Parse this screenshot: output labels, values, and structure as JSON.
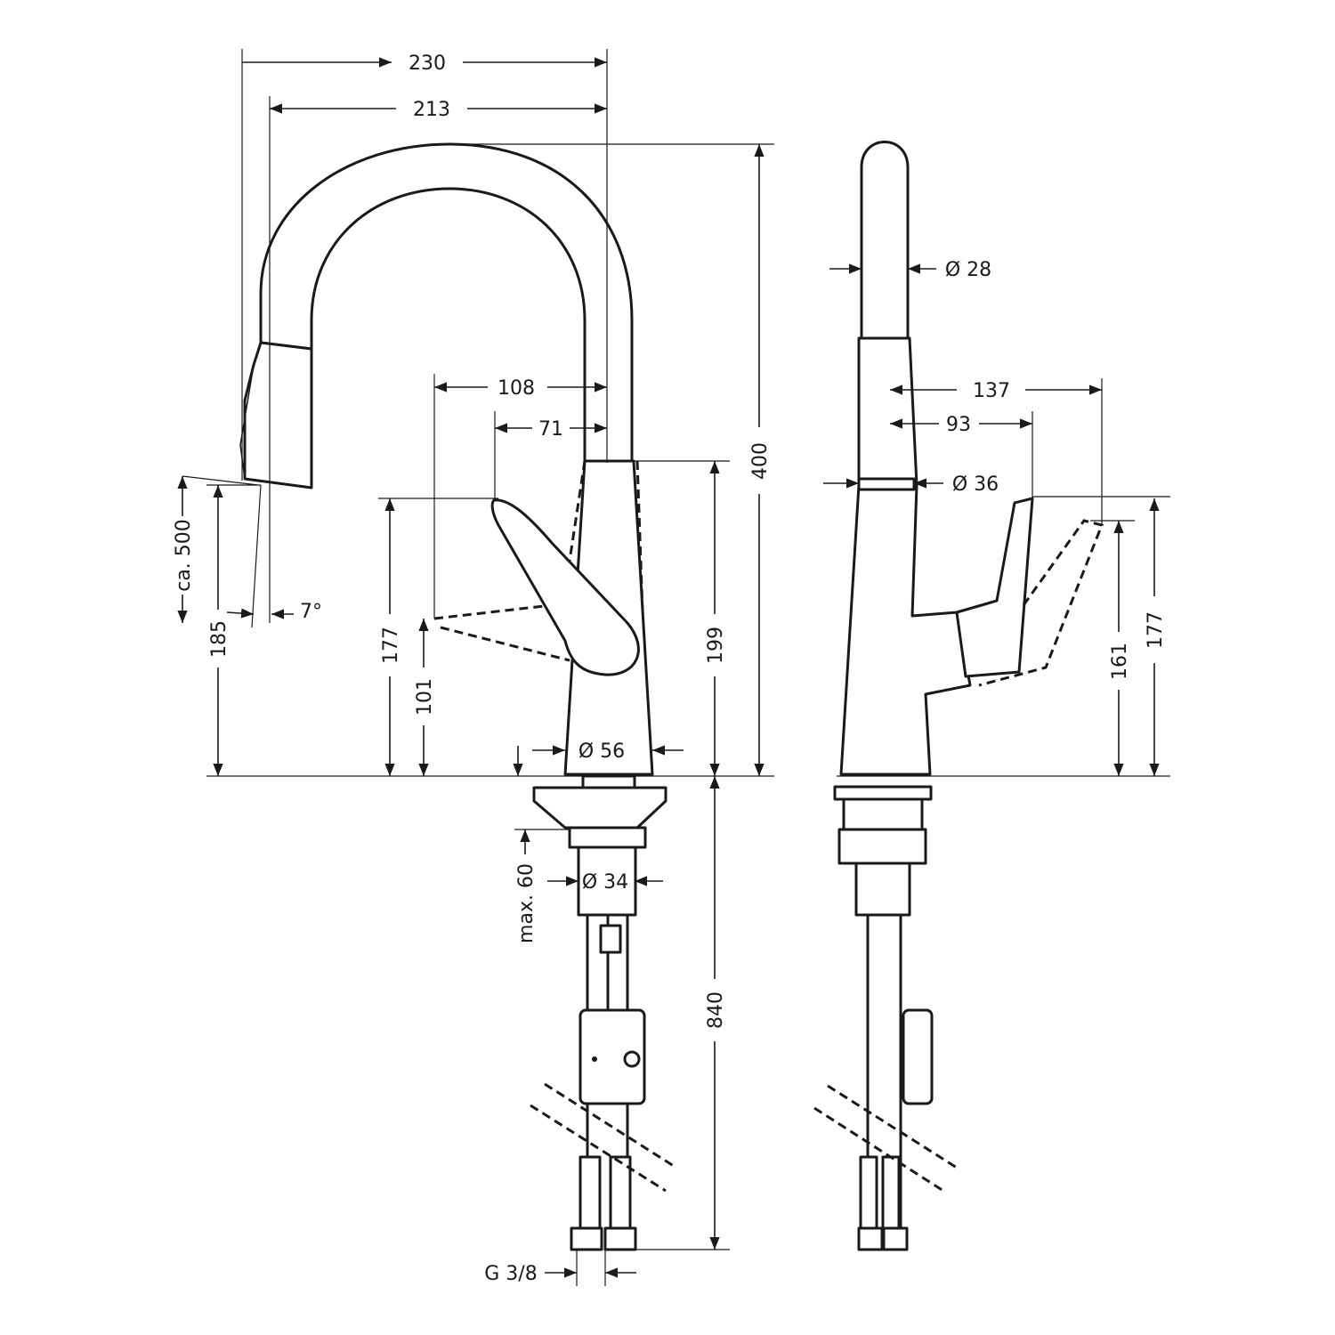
{
  "drawing": {
    "front_view": {
      "width_overall": "230",
      "width_spout": "213",
      "height_overall": "400",
      "lever_reach": "108",
      "lever_offset": "71",
      "body_height": "199",
      "lever_height": "177",
      "lever_low": "101",
      "outlet_height": "185",
      "pullout_length": "ca. 500",
      "spray_angle": "7°",
      "base_diameter": "Ø 56",
      "shank_diameter": "Ø 34",
      "max_thickness": "max. 60",
      "hose_length": "840",
      "connection": "G 3/8"
    },
    "side_view": {
      "spout_diameter": "Ø 28",
      "lever_reach": "137",
      "lever_offset": "93",
      "head_diameter": "Ø 36",
      "lever_height_low": "161",
      "lever_height": "177"
    }
  }
}
